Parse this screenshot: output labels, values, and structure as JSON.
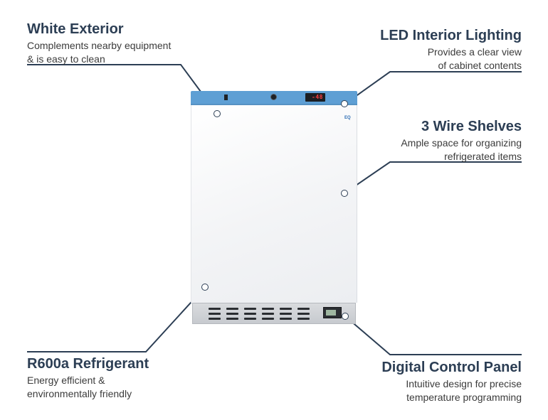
{
  "callouts": {
    "white_exterior": {
      "title": "White Exterior",
      "line1": "Complements nearby equipment",
      "line2": "& is easy to clean"
    },
    "led_lighting": {
      "title": "LED Interior Lighting",
      "line1": "Provides a clear view",
      "line2": "of cabinet contents"
    },
    "wire_shelves": {
      "title": "3 Wire Shelves",
      "line1": "Ample space for organizing",
      "line2": "refrigerated items"
    },
    "refrigerant": {
      "title": "R600a Refrigerant",
      "line1": "Energy efficient &",
      "line2": "environmentally friendly"
    },
    "control_panel": {
      "title": "Digital Control Panel",
      "line1": "Intuitive design for precise",
      "line2": "temperature programming"
    }
  },
  "fridge": {
    "top_display": "-48",
    "door_badge": "EQ",
    "colors": {
      "accent_top": "#5e9fd4",
      "callout_title": "#2c3e54",
      "leader_line": "#2c3e54"
    }
  }
}
